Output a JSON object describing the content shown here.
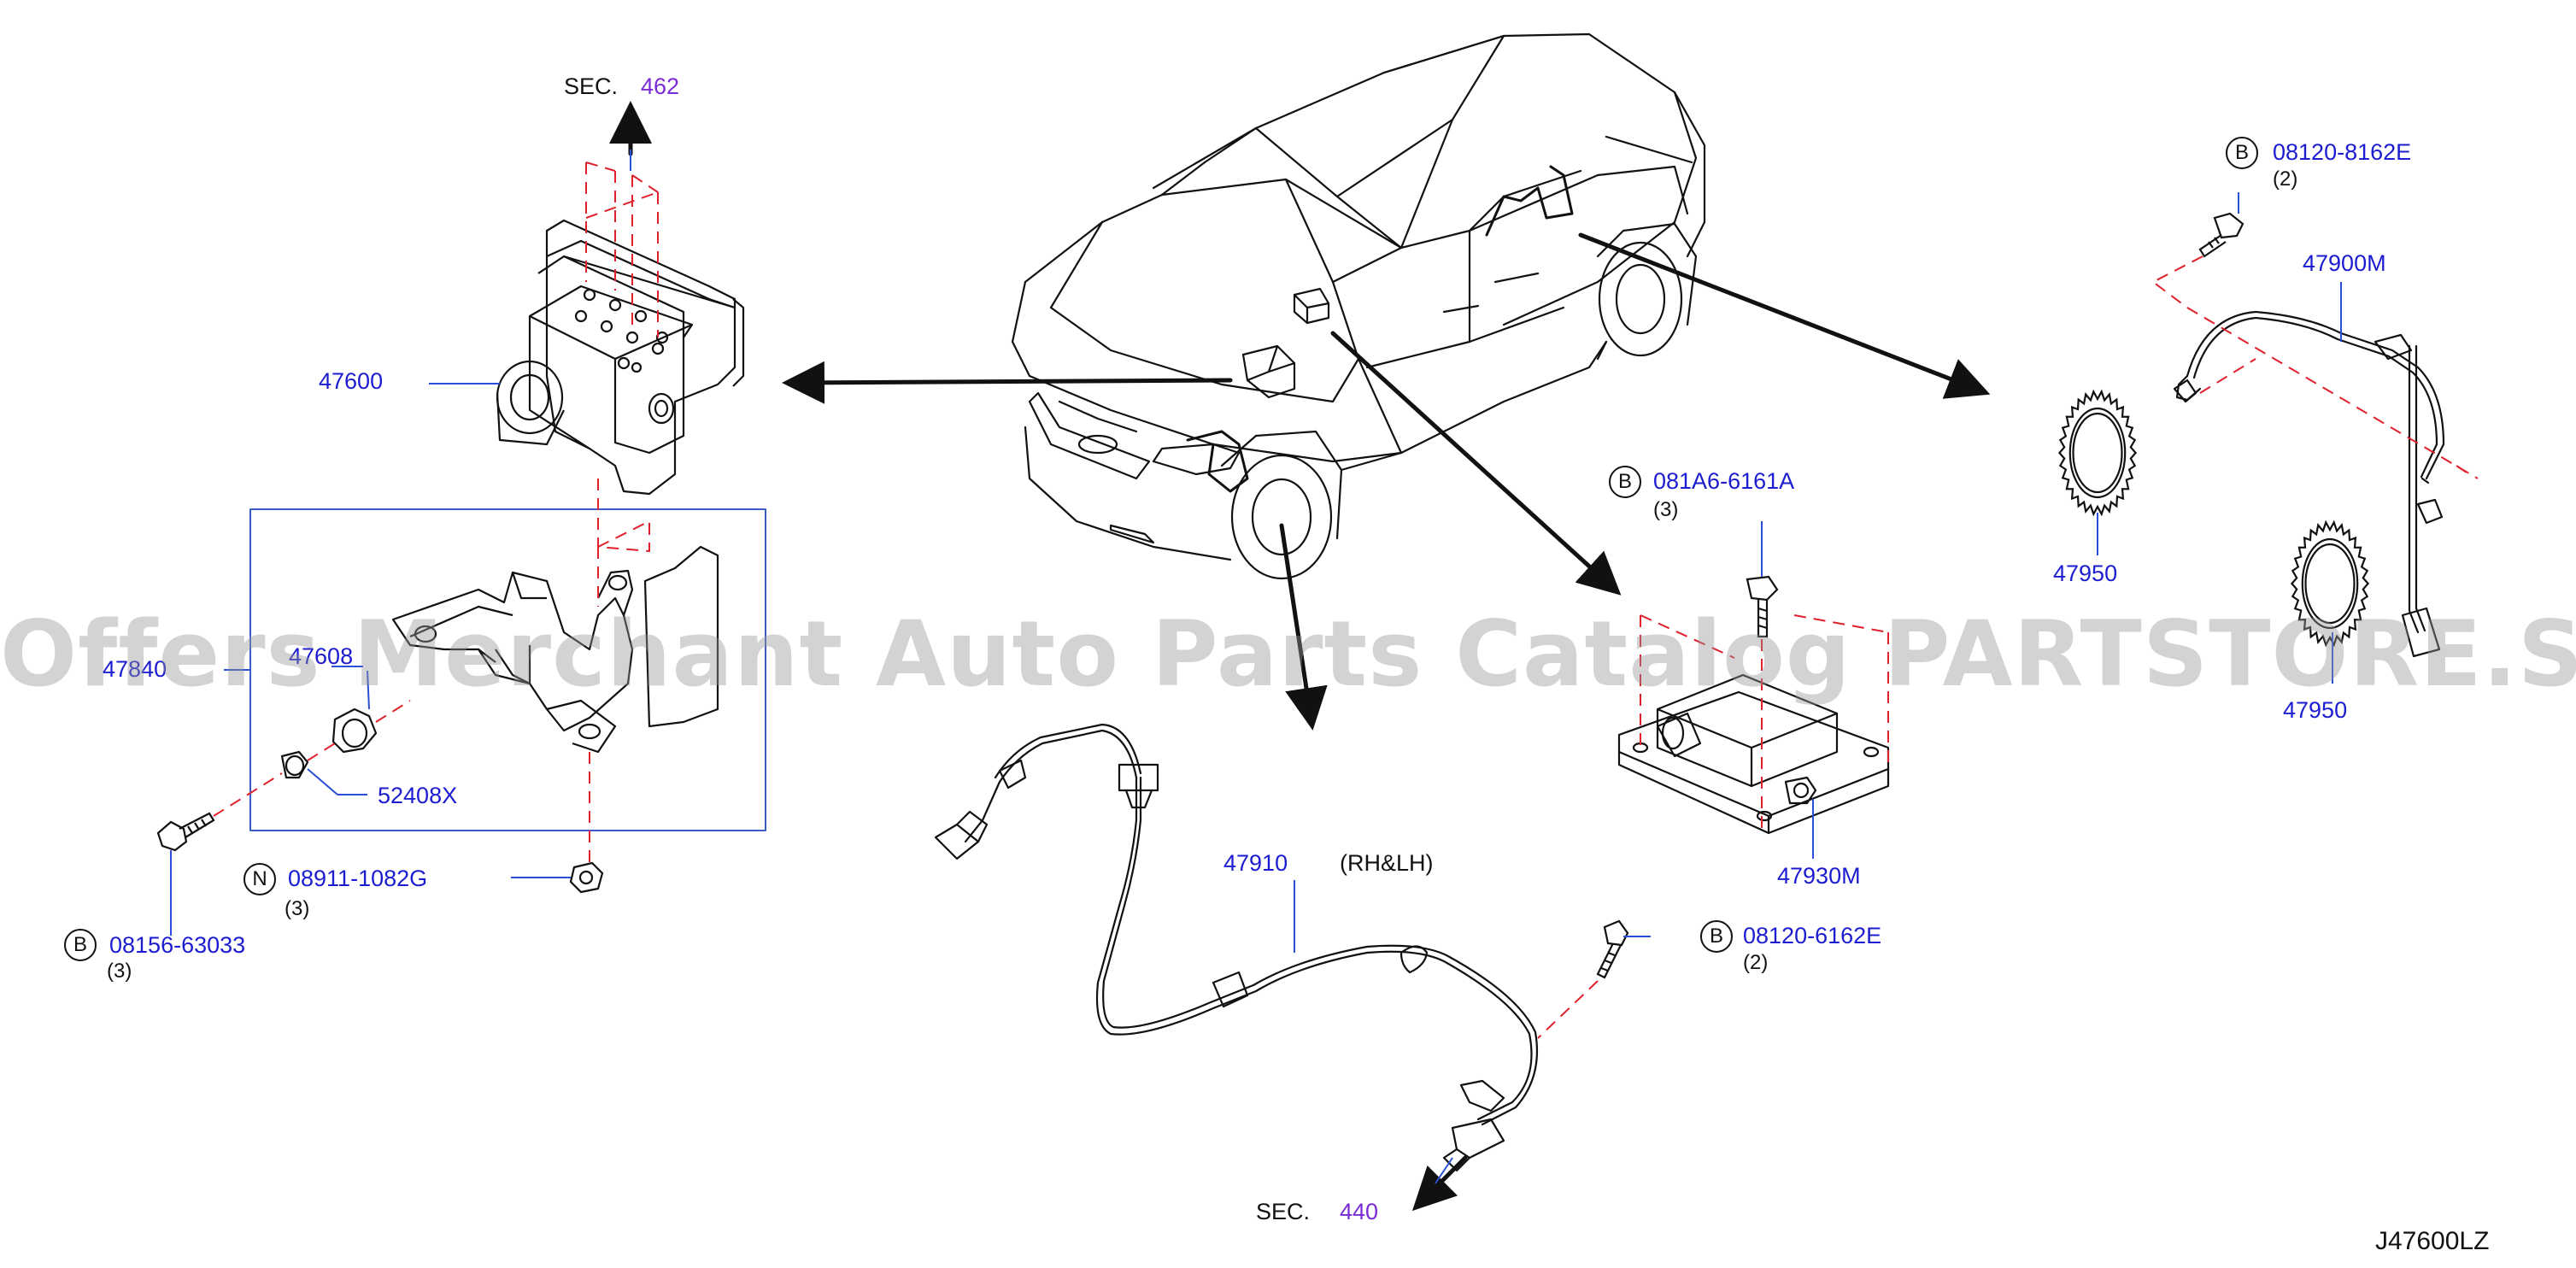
{
  "colors": {
    "part_number": "#1c1cd0",
    "section_ref": "#7a2bd6",
    "text": "#111111",
    "leader": "#2a4fd8",
    "dashed_guide": "#e0202a",
    "outline": "#111111",
    "frame": "#3b5cc8",
    "watermark": "#969696"
  },
  "watermark": "Offers Merchant Auto Parts Catalog PARTSTORE.SA",
  "diagram_code": "J47600LZ",
  "sections": {
    "sec_top": {
      "prefix": "SEC.",
      "number": "462"
    },
    "sec_bottom": {
      "prefix": "SEC.",
      "number": "440"
    }
  },
  "labels": {
    "abs_actuator": "47600",
    "bracket_assembly": "47840",
    "bracket_inner": "47608",
    "grommet": "52408X",
    "nut_part": "08911-1082G",
    "nut_symbol": "N",
    "nut_qty": "(3)",
    "bolt_left_part": "08156-63033",
    "bolt_left_symbol": "B",
    "bolt_left_qty": "(3)",
    "front_sensor": "47910",
    "front_sensor_note": "(RH&LH)",
    "front_sensor_bolt": "08120-6162E",
    "front_sensor_bolt_symbol": "B",
    "front_sensor_bolt_qty": "(2)",
    "yaw_sensor": "47930M",
    "yaw_bolt": "081A6-6161A",
    "yaw_bolt_symbol": "B",
    "yaw_bolt_qty": "(3)",
    "rear_sensor": "47900M",
    "rear_sensor_bolt": "08120-8162E",
    "rear_sensor_bolt_symbol": "B",
    "rear_sensor_bolt_qty": "(2)",
    "tone_ring_upper": "47950",
    "tone_ring_lower": "47950"
  },
  "icons": [
    "vehicle-illustration",
    "abs-actuator-unit",
    "bracket-illustration",
    "wheel-speed-sensor-harness",
    "yaw-rate-sensor-unit",
    "tone-ring-gear",
    "bolt-icon",
    "nut-icon",
    "direction-arrow"
  ]
}
